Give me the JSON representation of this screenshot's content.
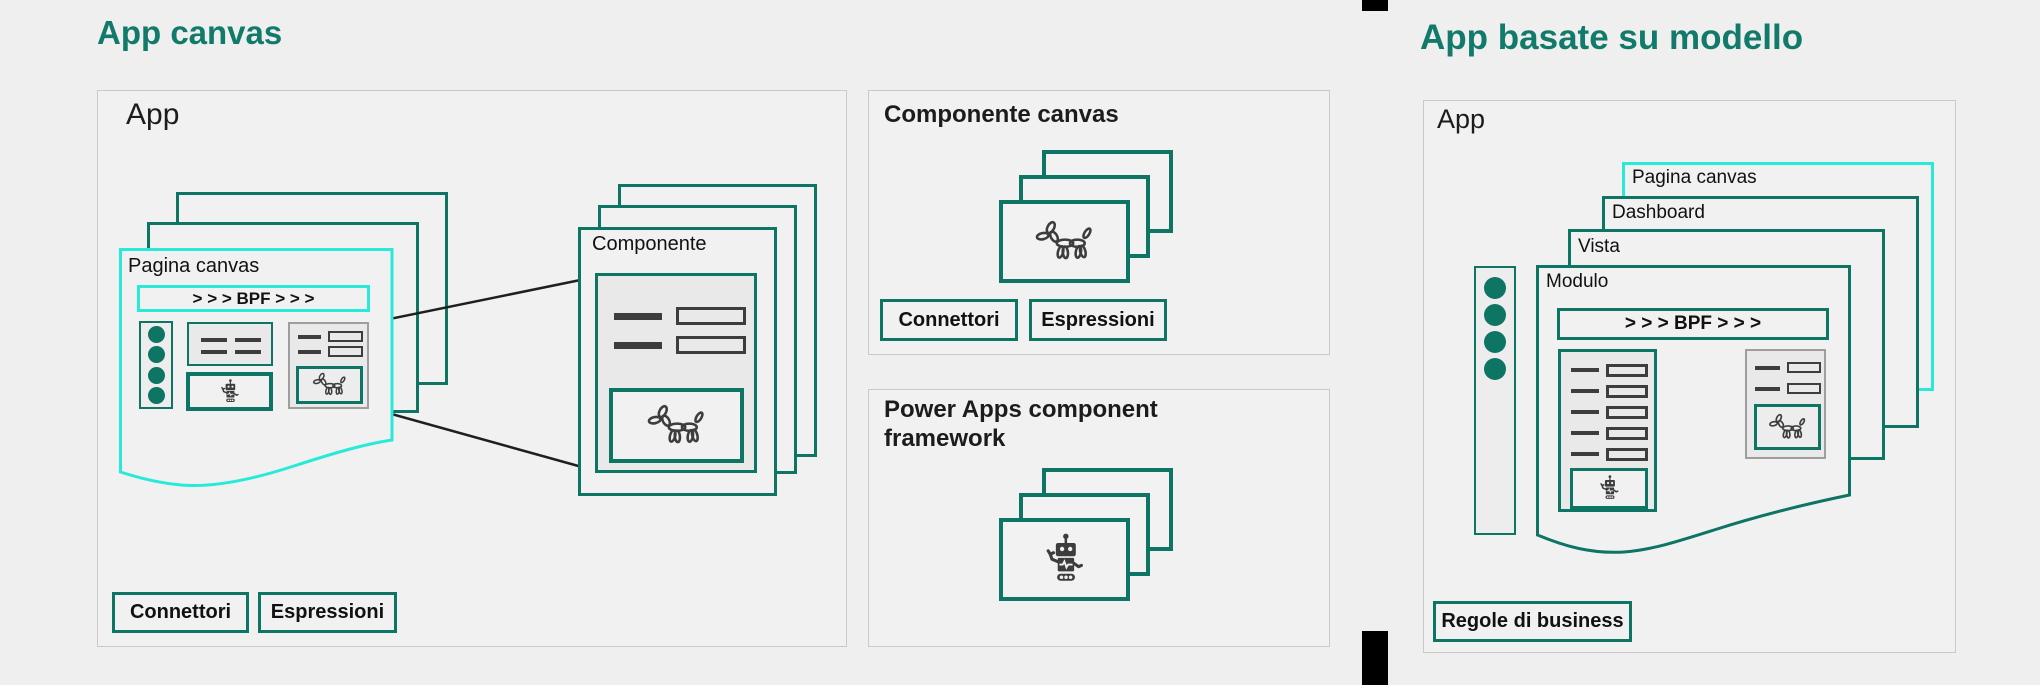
{
  "palette": {
    "teal_border": "#0e7464",
    "teal_title": "#127a6a",
    "cyan": "#29e9d9",
    "icon_gray": "#3d3d3d",
    "container_border": "#c9c9c9",
    "background": "#efefef"
  },
  "left": {
    "title": "App canvas",
    "app": {
      "label": "App"
    },
    "pagina_canvas": {
      "label": "Pagina canvas",
      "bpf": "> > > BPF > > >",
      "icons": [
        "nav-dots-icon",
        "robot-icon",
        "balloon-dog-icon"
      ]
    },
    "componente": {
      "label": "Componente",
      "icon": "balloon-dog-icon"
    },
    "buttons": [
      {
        "label": "Connettori"
      },
      {
        "label": "Espressioni"
      }
    ]
  },
  "middle": {
    "componente_canvas": {
      "title": "Componente canvas",
      "icon": "balloon-dog-icon",
      "buttons": [
        {
          "label": "Connettori"
        },
        {
          "label": "Espressioni"
        }
      ]
    },
    "pcf": {
      "title": "Power Apps component framework",
      "icon": "robot-icon"
    }
  },
  "right": {
    "title": "App basate su modello",
    "app": {
      "label": "App"
    },
    "pages": [
      {
        "label": "Pagina canvas"
      },
      {
        "label": "Dashboard"
      },
      {
        "label": "Vista"
      },
      {
        "label": "Modulo"
      }
    ],
    "bpf": "> > > BPF > > >",
    "icons": [
      "nav-dots-icon",
      "robot-icon",
      "balloon-dog-icon"
    ],
    "button": {
      "label": "Regole di business"
    }
  }
}
